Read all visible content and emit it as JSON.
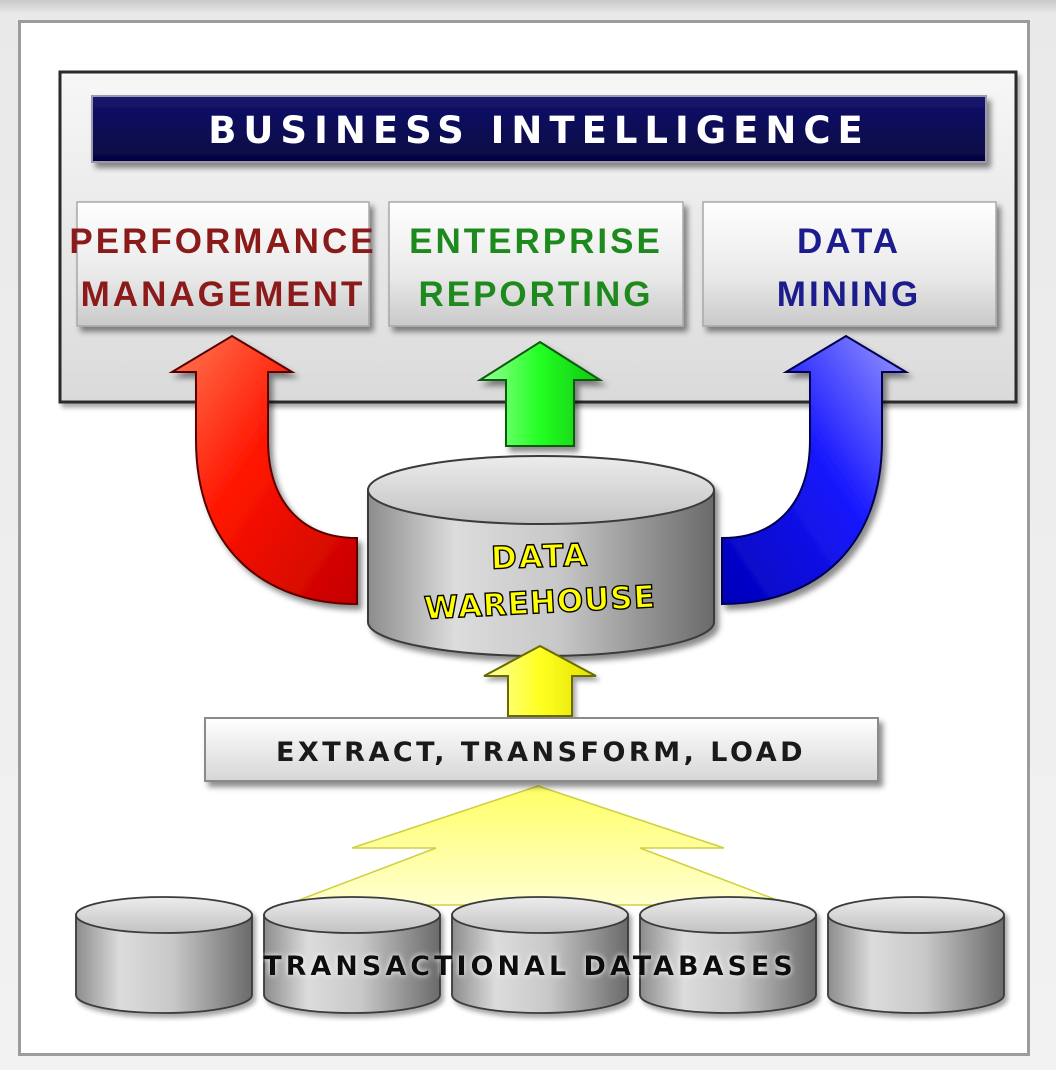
{
  "title": "BUSINESS INTELLIGENCE",
  "modules": [
    {
      "line1": "PERFORMANCE",
      "line2": "MANAGEMENT",
      "color": "#8b1a1a"
    },
    {
      "line1": "ENTERPRISE",
      "line2": "REPORTING",
      "color": "#1e8a1e"
    },
    {
      "line1": "DATA",
      "line2": "MINING",
      "color": "#1c1c8c"
    }
  ],
  "warehouse": {
    "line1": "DATA",
    "line2": "WAREHOUSE"
  },
  "etl": "EXTRACT, TRANSFORM, LOAD",
  "sources": "TRANSACTIONAL DATABASES",
  "colors": {
    "title_bar": "#0b0b55",
    "arrow_red": "#ff1a00",
    "arrow_green": "#22ff22",
    "arrow_blue": "#1818ff",
    "arrow_yellow": "#ffff22",
    "warehouse_text": "#ffff00"
  }
}
